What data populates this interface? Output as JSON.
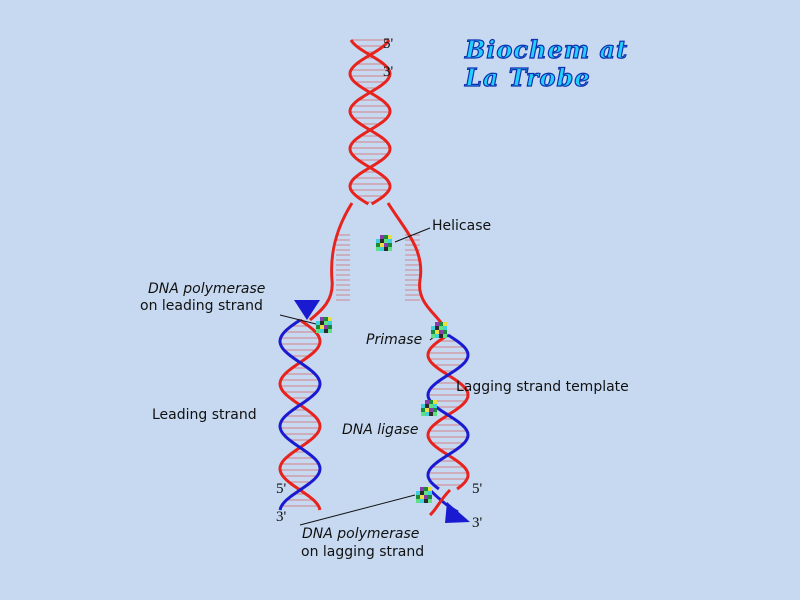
{
  "title": {
    "line1": "Biochem at",
    "line2": "La Trobe"
  },
  "ends": {
    "top_5": "5'",
    "top_3": "3'",
    "left_5": "5'",
    "left_3": "3'",
    "right_5": "5'",
    "right_3": "3'"
  },
  "labels": {
    "helicase": "Helicase",
    "pol_leading_1": "DNA polymerase",
    "pol_leading_2": "on leading strand",
    "primase": "Primase",
    "lagging_template": "Lagging strand template",
    "leading_strand": "Leading strand",
    "ligase": "DNA ligase",
    "pol_lagging_1": "DNA polymerase",
    "pol_lagging_2": "on lagging strand"
  },
  "colors": {
    "parent_strand": "#e8231e",
    "new_strand": "#1a1ad0",
    "background": "#c6d9f1"
  }
}
